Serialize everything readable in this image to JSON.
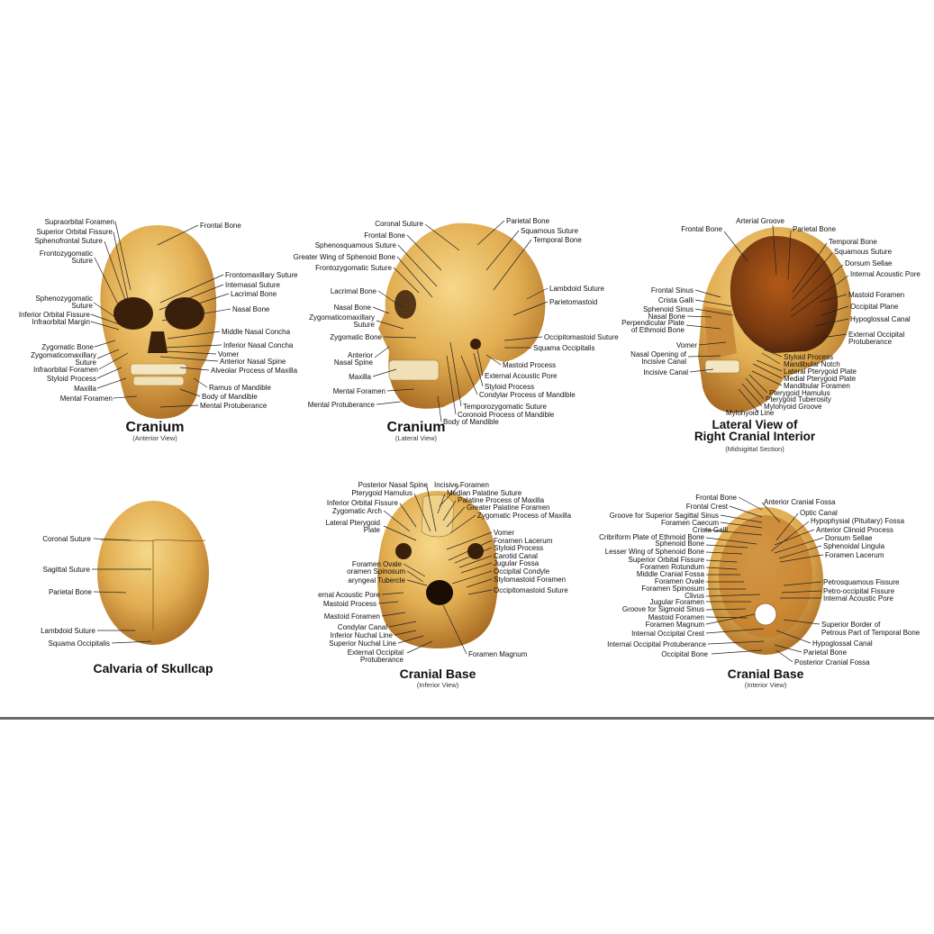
{
  "panels": [
    {
      "id": "cranium-anterior",
      "title": "Cranium",
      "subtitle": "(Anterior View)",
      "labels": [
        "Supraorbital Foramen",
        "Superior Orbital Fissure",
        "Sphenofrontal Suture",
        "Frontozygomatic",
        "Suture",
        "Sphenozygomatic",
        "Suture",
        "Inferior Orbital Fissure",
        "Infraorbital Margin",
        "Zygomatic Bone",
        "Zygomaticomaxillary",
        "Suture",
        "Infraorbital Foramen",
        "Styloid Process",
        "Maxilla",
        "Mental Foramen",
        "Frontal Bone",
        "Frontomaxillary Suture",
        "Internasal Suture",
        "Lacrimal Bone",
        "Nasal Bone",
        "Middle Nasal Concha",
        "Inferior Nasal Concha",
        "Vomer",
        "Anterior Nasal Spine",
        "Alveolar Process of Maxilla",
        "Ramus of Mandible",
        "Body of Mandible",
        "Mental Protuberance"
      ]
    },
    {
      "id": "cranium-lateral",
      "title": "Cranium",
      "subtitle": "(Lateral View)",
      "labels": [
        "Coronal Suture",
        "Frontal Bone",
        "Sphenosquamous Suture",
        "Greater Wing of Sphenoid Bone",
        "Frontozygomatic Suture",
        "Lacrimal Bone",
        "Nasal Bone",
        "Zygomaticomaxillary",
        "Suture",
        "Zygomatic Bone",
        "Anterior",
        "Nasal Spine",
        "Maxilla",
        "Mental Foramen",
        "Mental Protuberance",
        "Parietal Bone",
        "Squamous Suture",
        "Temporal Bone",
        "Lambdoid Suture",
        "Parietomastoid",
        "Occipitomastoid Suture",
        "Squama Occipitalis",
        "Mastoid Process",
        "External Acoustic Pore",
        "Styloid Process",
        "Condylar Process of Mandible",
        "Temporozygomatic Suture",
        "Coronoid Process of Mandible",
        "Body of Mandible"
      ]
    },
    {
      "id": "lateral-interior",
      "title": "Lateral View of",
      "title2": "Right Cranial Interior",
      "subtitle": "(Midsigittal Section)",
      "labels": [
        "Frontal Bone",
        "Arterial Groove",
        "Parietal Bone",
        "Temporal Bone",
        "Squamous Suture",
        "Dorsum Sellae",
        "Internal Acoustic Pore",
        "Frontal Sinus",
        "Crista Galli",
        "Sphenoid Sinus",
        "Nasal Bone",
        "Perpendicular Plate",
        "of Ethmoid Bone",
        "Mastoid Foramen",
        "Occipital Plane",
        "Hypoglossal Canal",
        "Vomer",
        "External Occipital",
        "Protuberance",
        "Nasal Opening of",
        "Incisive Canal",
        "Styloid Process",
        "Mandibular Notch",
        "Incisive Canal",
        "Lateral Pterygoid Plate",
        "Medial Pterygoid Plate",
        "Mandibular Foramen",
        "Pterygoid Hamulus",
        "Pterygoid Tuberosity",
        "Mylohyoid Groove",
        "Mylohyoid Line"
      ]
    },
    {
      "id": "calvaria",
      "title": "Calvaria of Skullcap",
      "labels": [
        "Coronal Suture",
        "Sagittal Suture",
        "Parietal Bone",
        "Lambdoid Suture",
        "Squama Occipitalis"
      ]
    },
    {
      "id": "base-inferior",
      "title": "Cranial Base",
      "subtitle": "(Inferior View)",
      "labels": [
        "Posterior Nasal Spine",
        "Incisive Foramen",
        "Pterygoid Hamulus",
        "Median Palatine Suture",
        "Inferior Orbital Fissure",
        "Palatine Process of Maxilla",
        "Zygomatic Arch",
        "Greater Palatine Foramen",
        "Lateral Pterygoid",
        "Zygomatic Process of Maxilla",
        "Plate",
        "Vomer",
        "Foramen Lacerum",
        "Styloid Process",
        "Carotid Canal",
        "Foramen Ovale",
        "Jugular Fossa",
        "oramen Spinosum",
        "Occipital Condyle",
        "aryngeal Tubercle",
        "Stylomastoid Foramen",
        "ernal Acoustic Pore",
        "Occipitomastoid Suture",
        "Mastoid Process",
        "Mastoid Foramen",
        "Condylar Canal",
        "Inferior Nuchal Line",
        "Superior Nuchal Line",
        "External Occipital",
        "Protuberance",
        "Foramen Magnum"
      ]
    },
    {
      "id": "base-interior",
      "title": "Cranial Base",
      "subtitle": "(Interior View)",
      "labels": [
        "Frontal Bone",
        "Frontal Crest",
        "Anterior Cranial Fossa",
        "Groove for Superior Sagittal Sinus",
        "Optic Canal",
        "Foramen Caecum",
        "Hypophysial (Pituitary) Fossa",
        "Crista Galli",
        "Anterior Clinoid Process",
        "Cribriform Plate of Ethmoid Bone",
        "Dorsum Sellae",
        "Sphenoid Bone",
        "Sphenoidal Lingula",
        "Lesser Wing of Sphenoid Bone",
        "Foramen Lacerum",
        "Superior Orbital Fissure",
        "Foramen Rotundum",
        "Middle Cranial Fossa",
        "Foramen Ovale",
        "Petrosquamous Fissure",
        "Foramen Spinosum",
        "Petro-occipital Fissure",
        "Clivus",
        "Internal Acoustic Pore",
        "Jugular Foramen",
        "Groove for Sigmoid Sinus",
        "Mastoid Foramen",
        "Foramen Magnum",
        "Superior Border of",
        "Internal Occipital Crest",
        "Petrous Part of Temporal Bone",
        "Internal Occipital Protuberance",
        "Hypoglossal Canal",
        "Occipital Bone",
        "Parietal Bone",
        "Posterior Cranial Fossa"
      ]
    }
  ],
  "colors": {
    "bone": "#e8b85a",
    "bone_light": "#f2cf7a",
    "bone_dark": "#a86a22",
    "cavity": "#3a1f0a",
    "rule": "#6b6b6b",
    "ink": "#111111"
  }
}
